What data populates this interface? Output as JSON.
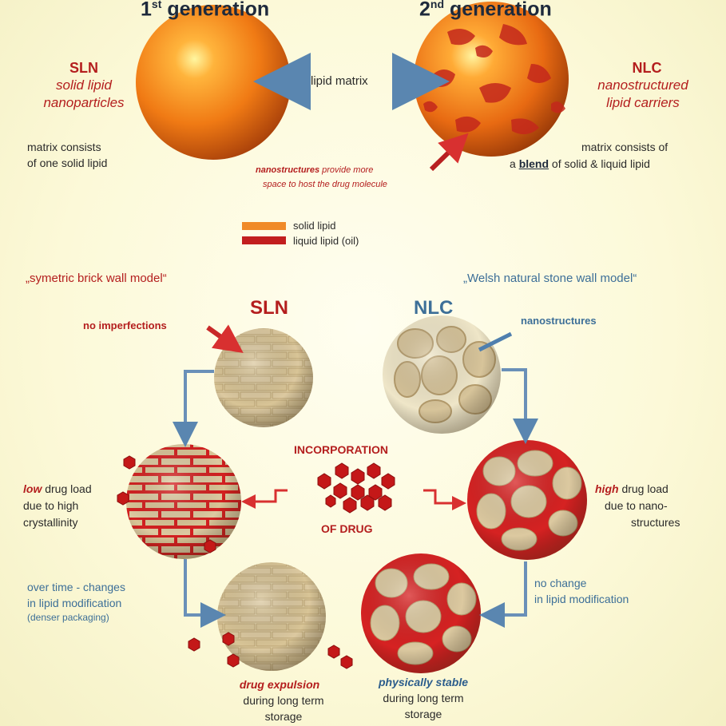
{
  "top": {
    "first_gen": {
      "prefix": "1",
      "sup": "st",
      "word": "generation"
    },
    "second_gen": {
      "prefix": "2",
      "sup": "nd",
      "word": "generation"
    },
    "lipid_matrix": "lipid matrix",
    "sln": {
      "abbr": "SLN",
      "full_line1": "solid lipid",
      "full_line2": "nanoparticles",
      "matrix_line1": "matrix consists",
      "matrix_line2": "of one solid lipid"
    },
    "nlc": {
      "abbr": "NLC",
      "full_line1": "nanostructured",
      "full_line2": "lipid carriers",
      "matrix_line1": "matrix consists of",
      "matrix_line2_pre": "a ",
      "matrix_line2_em": "blend",
      "matrix_line2_post": " of solid & liquid lipid"
    },
    "nano_note": {
      "em": "nanostructures",
      "line1_rest": "provide more",
      "line2": "space to host the drug molecule"
    }
  },
  "legend": {
    "solid": "solid lipid",
    "liquid": "liquid lipid (oil)",
    "solid_color": "#f08a28",
    "liquid_color": "#c21e1e"
  },
  "models": {
    "sln": "„symetric brick wall model“",
    "nlc": "„Welsh natural stone wall model“"
  },
  "middle": {
    "sln_heading": "SLN",
    "nlc_heading": "NLC",
    "no_imperfections": "no imperfections",
    "nanostructures": "nanostructures",
    "incorporation": "INCORPORATION",
    "of_drug": "OF DRUG",
    "low_load": {
      "em": "low",
      "line1_rest": "drug load",
      "line2": "due to high",
      "line3": "crystallinity"
    },
    "high_load": {
      "em": "high",
      "line1_rest": "drug load",
      "line2": "due to nano-",
      "line3": "structures"
    }
  },
  "bottom": {
    "over_time": {
      "line1": "over time - changes",
      "line2": "in lipid modification",
      "line3": "(denser packaging)"
    },
    "no_change": {
      "line1": "no change",
      "line2": "in lipid modification"
    },
    "expulsion": {
      "title": "drug expulsion",
      "line2": "during long term",
      "line3": "storage"
    },
    "stable": {
      "title": "physically stable",
      "line2": "during long term",
      "line3": "storage"
    }
  }
}
